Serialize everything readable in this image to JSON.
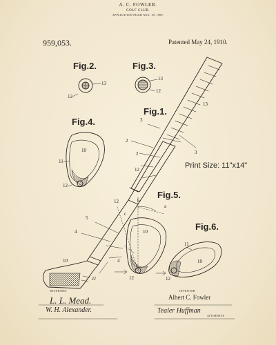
{
  "header": {
    "inventor_name": "A. C. FOWLER.",
    "title": "GOLF CLUB.",
    "filed": "APPLICATION FILED AUG. 18, 1909.",
    "patent_number": "959,053.",
    "patented": "Patented May 24, 1910."
  },
  "figures": {
    "fig1": "Fig.1.",
    "fig2": "Fig.2.",
    "fig3": "Fig.3.",
    "fig4": "Fig.4.",
    "fig5": "Fig.5.",
    "fig6": "Fig.6."
  },
  "print_size": "Print Size: 11\"x14\"",
  "reference_numerals": {
    "fig2_12": "12",
    "fig2_13": "13",
    "fig3_13": "13",
    "fig3_12": "12",
    "fig1_13": "13",
    "fig1_3a": "3",
    "fig1_3b": "3",
    "fig1_2a": "2",
    "fig1_2b": "2",
    "fig1_12a": "12",
    "fig1_12b": "12",
    "fig1_5": "5",
    "fig1_4a": "4",
    "fig1_4b": "4",
    "fig1_10": "10",
    "fig1_11": "11",
    "fig4_10": "10",
    "fig4_11": "11",
    "fig4_12": "12",
    "fig5_b": "b",
    "fig5_a": "a",
    "fig5_c": "c",
    "fig5_10": "10",
    "fig5_12": "12",
    "fig6_11": "11",
    "fig6_10": "10",
    "fig6_12": "12"
  },
  "signatures": {
    "witnesses_label": "WITNESSES",
    "inventor_label": "INVENTOR",
    "inventor": "Albert C. Fowler",
    "witness_1": "L. L. Mead.",
    "witness_2": "W. H. Alexander.",
    "attorney": "Tealer Huffman",
    "attorney_label": "ATTORNEYS"
  },
  "colors": {
    "paper": "#f3ead5",
    "ink": "#2a2622"
  }
}
